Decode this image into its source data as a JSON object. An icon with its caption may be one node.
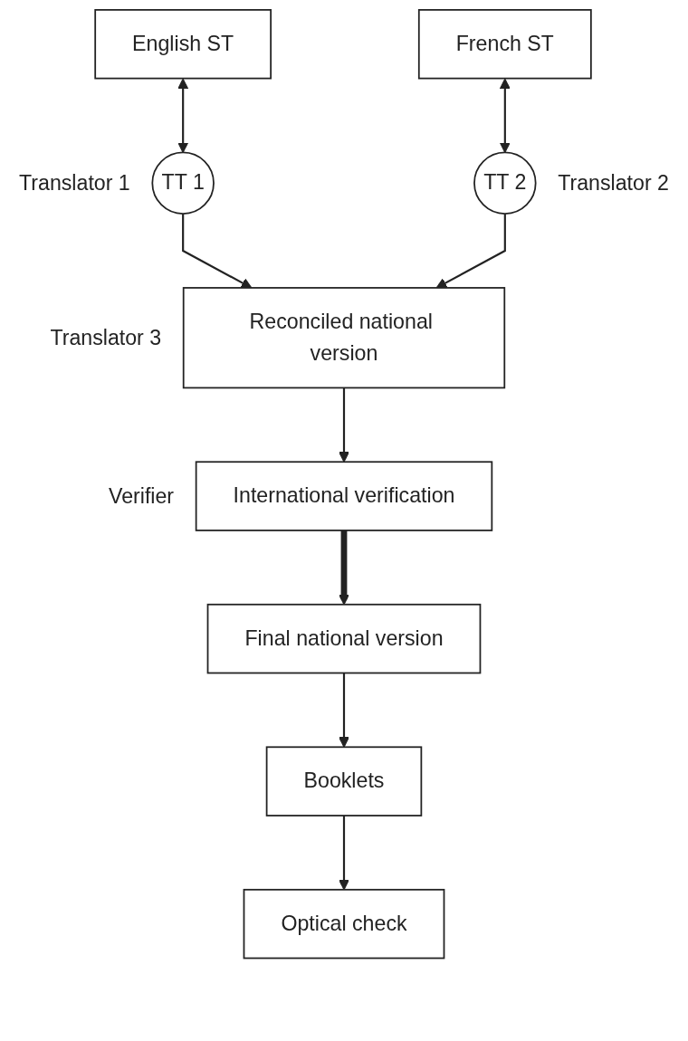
{
  "diagram": {
    "nodes": [
      {
        "text": [
          "English ST"
        ]
      },
      {
        "text": [
          "French ST"
        ]
      },
      {
        "text": [
          "TT 1"
        ],
        "beside": [
          "Translator 1"
        ]
      },
      {
        "text": [
          "TT 2"
        ],
        "beside": [
          "Translator 2"
        ]
      },
      {
        "text": [
          "Reconciled national version"
        ],
        "beside": [
          "Translator 3"
        ]
      },
      {
        "text": [
          "International verification"
        ],
        "beside": [
          "Verifier"
        ]
      },
      {
        "text": [
          "Final national version"
        ]
      },
      {
        "text": [
          "Booklets"
        ]
      },
      {
        "text": [
          "Optical check"
        ]
      }
    ],
    "edges": [
      {
        "from": 0,
        "to": 2,
        "arrow": "both"
      },
      {
        "from": 1,
        "to": 3,
        "arrow": "both"
      },
      {
        "from": 2,
        "to": 4,
        "arrow": "to"
      },
      {
        "from": 3,
        "to": 4,
        "arrow": "to"
      },
      {
        "from": 4,
        "to": 5,
        "arrow": "to"
      },
      {
        "from": 5,
        "to": 6,
        "arrow": "to",
        "style": "thick"
      },
      {
        "from": 6,
        "to": 7,
        "arrow": "to"
      },
      {
        "from": 7,
        "to": 8,
        "arrow": "to"
      }
    ]
  }
}
